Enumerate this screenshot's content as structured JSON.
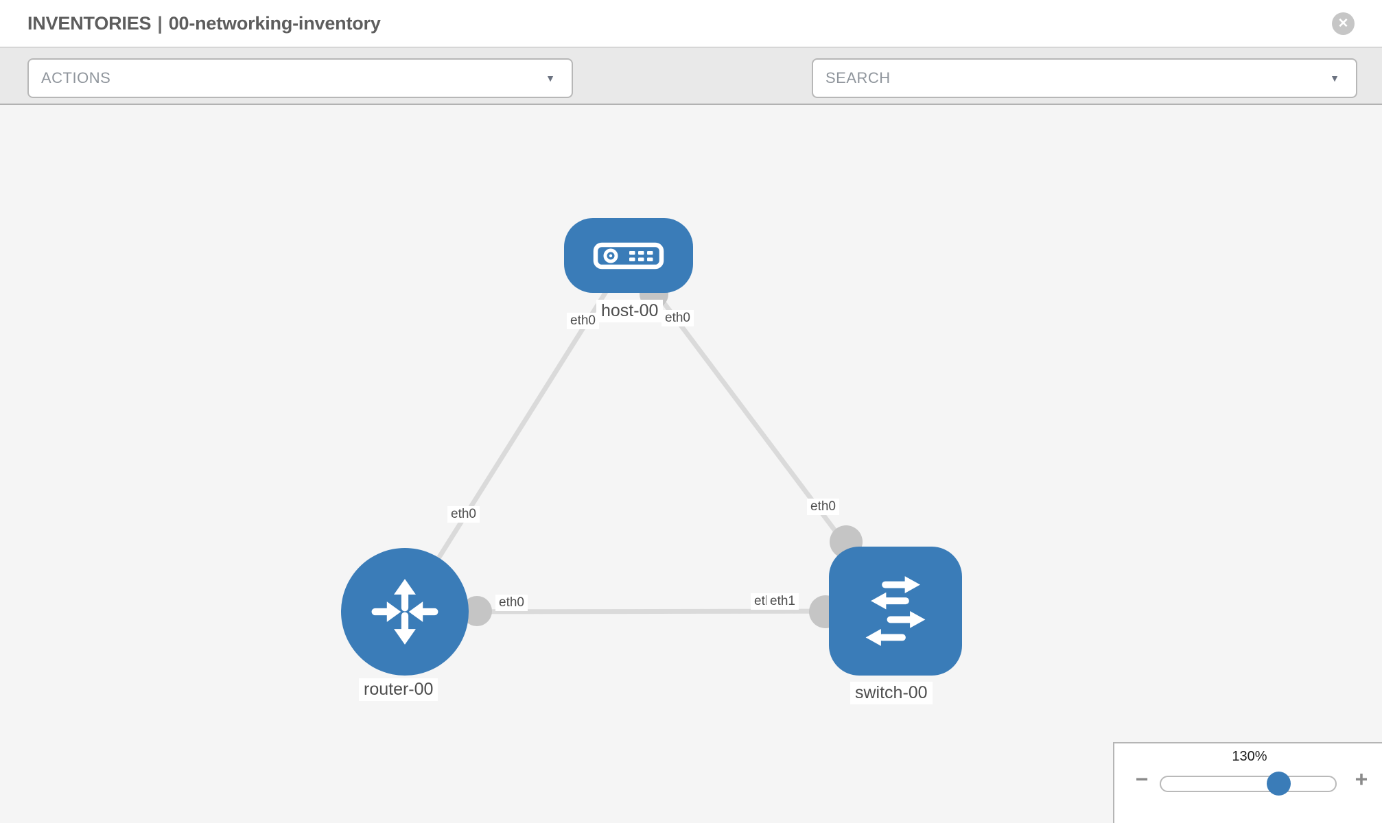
{
  "header": {
    "section": "INVENTORIES",
    "separator": "|",
    "inventory_name": "00-networking-inventory"
  },
  "toolbar": {
    "actions_label": "ACTIONS",
    "search_placeholder": "SEARCH"
  },
  "icons": {
    "caret_down": "▼",
    "close": "✕",
    "minus": "−",
    "plus": "+",
    "wrench": "wrench-icon",
    "key": "key-icon"
  },
  "zoom_control": {
    "level": "130%"
  },
  "topology": {
    "nodes": [
      {
        "id": "host-00",
        "label": "host-00",
        "type": "host"
      },
      {
        "id": "router-00",
        "label": "router-00",
        "type": "router"
      },
      {
        "id": "switch-00",
        "label": "switch-00",
        "type": "switch"
      }
    ],
    "links": [
      {
        "source": "host-00",
        "source_interface": "eth0",
        "target": "router-00",
        "target_interface": "eth0"
      },
      {
        "source": "host-00",
        "source_interface": "eth0",
        "target": "switch-00",
        "target_interface": "eth0"
      },
      {
        "source": "router-00",
        "source_interface": "eth0",
        "target": "switch-00",
        "target_interface": "eth1"
      }
    ]
  },
  "colors": {
    "node_blue": "#3a7cb8",
    "link_gray": "#dadada",
    "port_gray": "#c5c5c5",
    "icon_gray": "#70757d"
  }
}
